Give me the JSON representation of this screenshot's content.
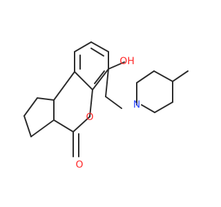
{
  "molecule": {
    "atom_labels": {
      "hydroxyl": "OH",
      "ring_oxygen": "O",
      "carbonyl_oxygen": "O",
      "nitrogen": "N"
    },
    "colors": {
      "bond": "#2b2b2b",
      "oxygen": "#ff2a2a",
      "nitrogen": "#2f4bff",
      "background": "#ffffff"
    }
  }
}
